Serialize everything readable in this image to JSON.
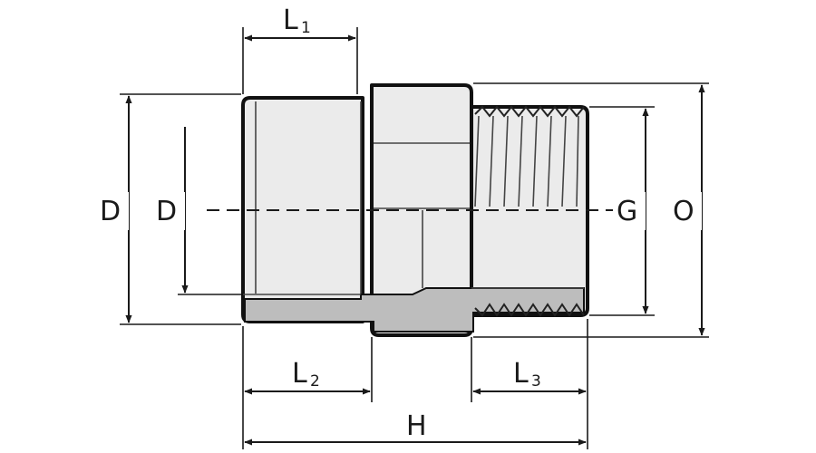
{
  "labels": {
    "d_outer": "D",
    "d_inner": "D",
    "g": "G",
    "o": "O",
    "h": "H",
    "l1_main": "L",
    "l1_sub": "1",
    "l2_main": "L",
    "l2_sub": "2",
    "l3_main": "L",
    "l3_sub": "3"
  },
  "colors": {
    "body_fill": "#ebebeb",
    "section_fill": "#bdbdbd",
    "line": "#111111"
  }
}
